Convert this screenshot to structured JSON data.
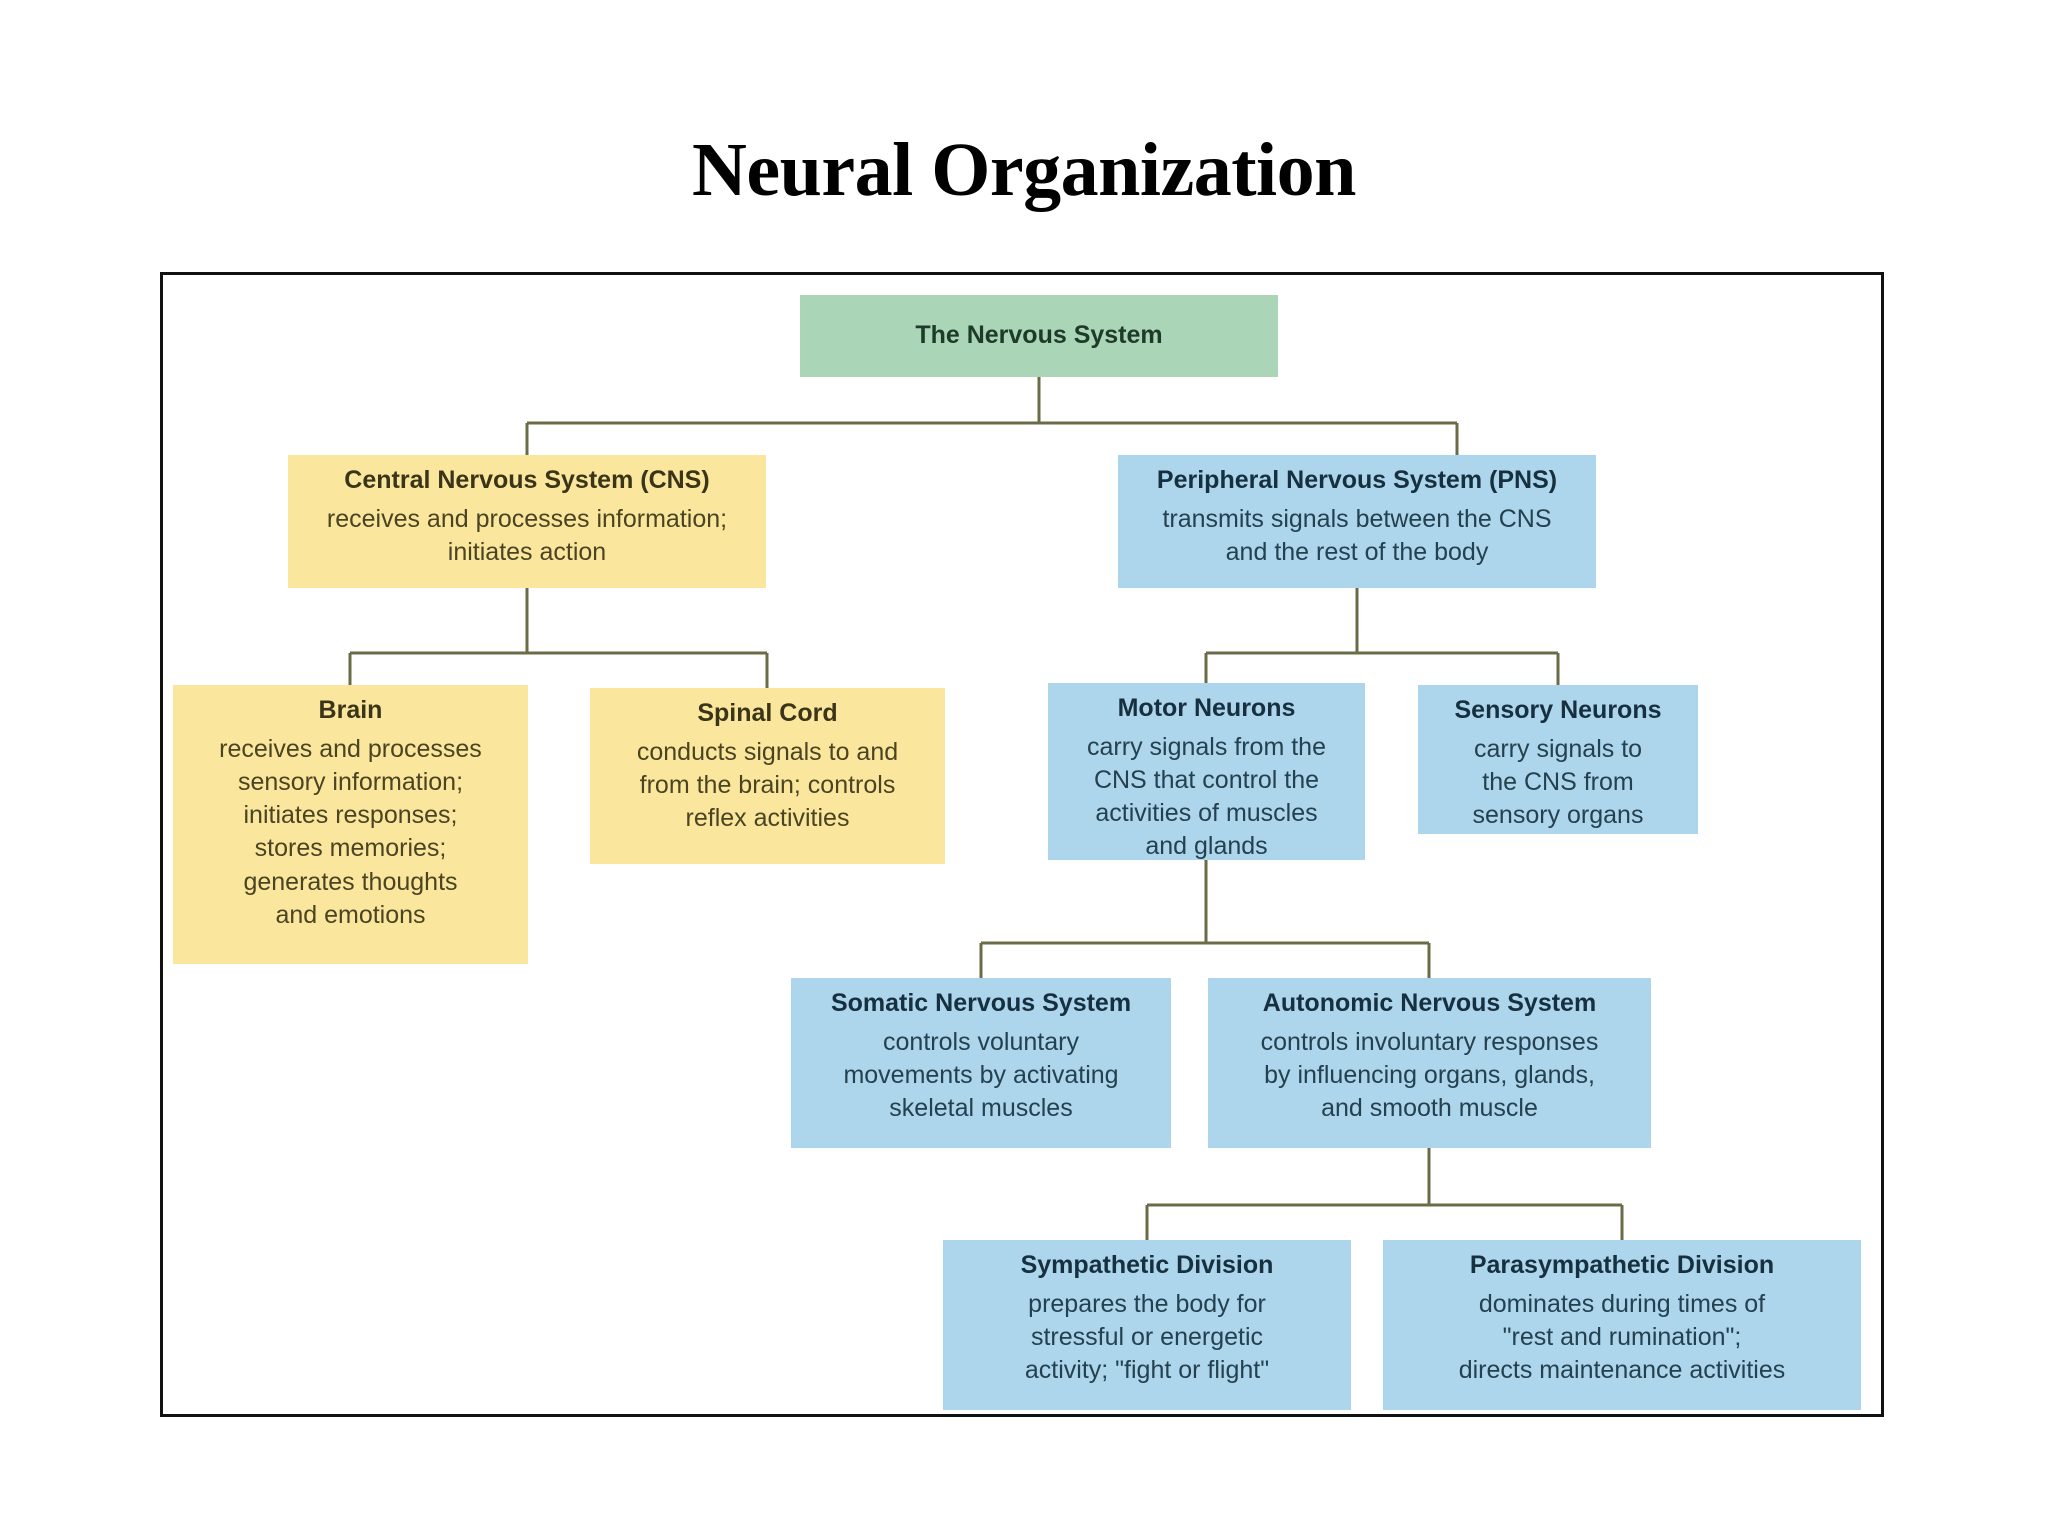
{
  "page": {
    "title": "Neural Organization"
  },
  "colors": {
    "green": "#aad5b6",
    "yellow": "#fae79d",
    "blue": "#add5ec",
    "connector": "#6b6b47",
    "frame_border": "#111111",
    "background": "#ffffff"
  },
  "chart_data": {
    "type": "diagram",
    "title": "Neural Organization",
    "root": "The Nervous System",
    "nodes": [
      {
        "id": "nervous-system",
        "title": "The Nervous System",
        "desc": "",
        "color": "green",
        "level": 0,
        "parent": null
      },
      {
        "id": "cns",
        "title": "Central Nervous System (CNS)",
        "desc": "receives and processes information;\ninitiates action",
        "color": "yellow",
        "level": 1,
        "parent": "nervous-system"
      },
      {
        "id": "pns",
        "title": "Peripheral Nervous System (PNS)",
        "desc": "transmits signals between the CNS\nand the rest of the body",
        "color": "blue",
        "level": 1,
        "parent": "nervous-system"
      },
      {
        "id": "brain",
        "title": "Brain",
        "desc": "receives and processes\nsensory information;\ninitiates responses;\nstores memories;\ngenerates thoughts\nand emotions",
        "color": "yellow",
        "level": 2,
        "parent": "cns"
      },
      {
        "id": "spinal-cord",
        "title": "Spinal Cord",
        "desc": "conducts signals to and\nfrom the brain; controls\nreflex activities",
        "color": "yellow",
        "level": 2,
        "parent": "cns"
      },
      {
        "id": "motor-neurons",
        "title": "Motor Neurons",
        "desc": "carry signals from the\nCNS that control the\nactivities of muscles\nand glands",
        "color": "blue",
        "level": 2,
        "parent": "pns"
      },
      {
        "id": "sensory-neurons",
        "title": "Sensory Neurons",
        "desc": "carry signals to\nthe CNS from\nsensory organs",
        "color": "blue",
        "level": 2,
        "parent": "pns"
      },
      {
        "id": "somatic",
        "title": "Somatic Nervous System",
        "desc": "controls voluntary\nmovements by activating\nskeletal muscles",
        "color": "blue",
        "level": 3,
        "parent": "motor-neurons"
      },
      {
        "id": "autonomic",
        "title": "Autonomic Nervous System",
        "desc": "controls involuntary responses\nby influencing organs, glands,\nand smooth muscle",
        "color": "blue",
        "level": 3,
        "parent": "motor-neurons"
      },
      {
        "id": "sympathetic",
        "title": "Sympathetic Division",
        "desc": "prepares the body for\nstressful or energetic\nactivity; \"fight or flight\"",
        "color": "blue",
        "level": 4,
        "parent": "autonomic"
      },
      {
        "id": "parasympathetic",
        "title": "Parasympathetic Division",
        "desc": "dominates during times of\n\"rest and rumination\";\ndirects maintenance activities",
        "color": "blue",
        "level": 4,
        "parent": "autonomic"
      }
    ],
    "edges": [
      {
        "from": "nervous-system",
        "to": "cns"
      },
      {
        "from": "nervous-system",
        "to": "pns"
      },
      {
        "from": "cns",
        "to": "brain"
      },
      {
        "from": "cns",
        "to": "spinal-cord"
      },
      {
        "from": "pns",
        "to": "motor-neurons"
      },
      {
        "from": "pns",
        "to": "sensory-neurons"
      },
      {
        "from": "motor-neurons",
        "to": "somatic"
      },
      {
        "from": "motor-neurons",
        "to": "autonomic"
      },
      {
        "from": "autonomic",
        "to": "sympathetic"
      },
      {
        "from": "autonomic",
        "to": "parasympathetic"
      }
    ]
  }
}
